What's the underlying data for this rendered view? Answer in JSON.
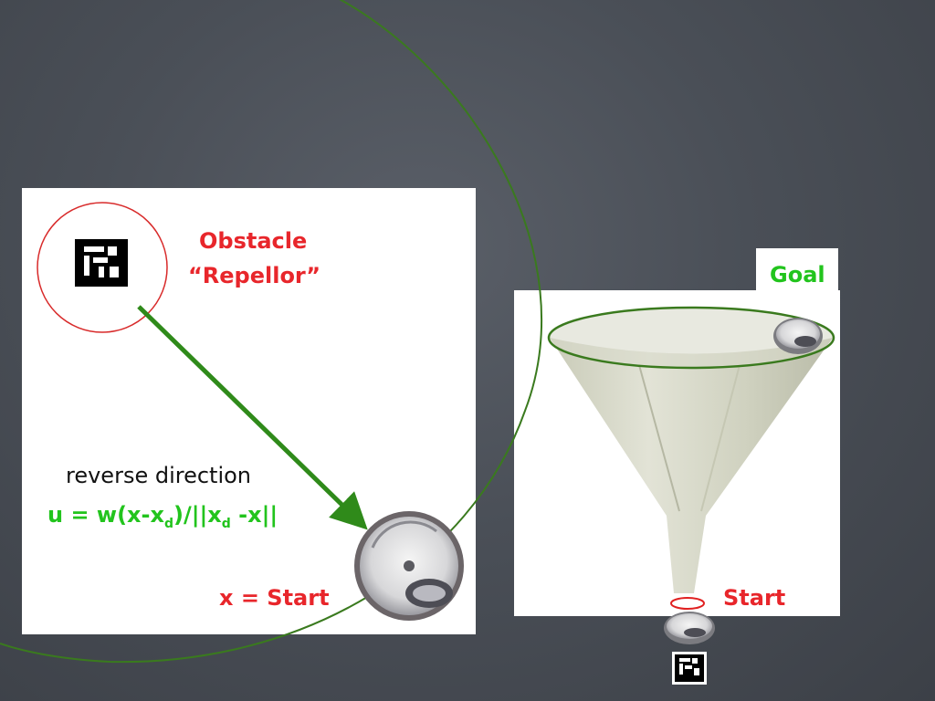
{
  "left_panel": {
    "obstacle_title": "Obstacle",
    "repellor_title": "“Repellor”",
    "reverse_label": "reverse direction",
    "formula": "u = w(x-x",
    "formula_sub1": "d",
    "formula_mid": ")/||x",
    "formula_sub2": "d",
    "formula_end": " -x||",
    "x_start": "x = Start"
  },
  "right_panel": {
    "goal_label": "Goal",
    "start_label": "Start"
  },
  "colors": {
    "red": "#e8262b",
    "green": "#22c41d",
    "arc": "#3a7a1e",
    "background": "#4a4f57"
  },
  "icons": [
    "fiducial-marker-icon",
    "robot-vacuum-icon",
    "funnel-image",
    "arrow-icon"
  ]
}
